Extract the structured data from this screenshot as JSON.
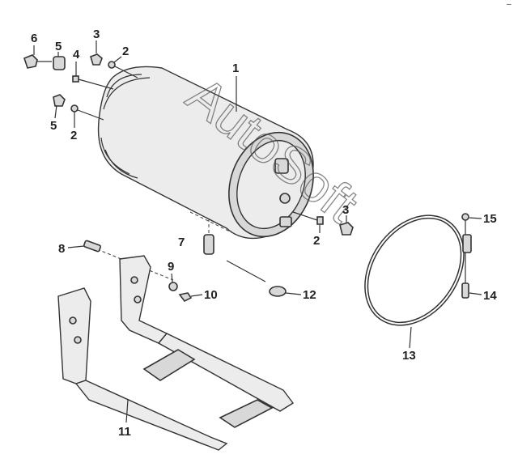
{
  "watermark": "AutoSoft",
  "labels": {
    "p1": "1",
    "p2a": "2",
    "p2b": "2",
    "p2c": "2",
    "p3a": "3",
    "p3b": "3",
    "p4": "4",
    "p5a": "5",
    "p5b": "5",
    "p6": "6",
    "p7": "7",
    "p8": "8",
    "p9": "9",
    "p10": "10",
    "p11": "11",
    "p12": "12",
    "p13": "13",
    "p14": "14",
    "p15": "15"
  },
  "corner_mark": "–"
}
